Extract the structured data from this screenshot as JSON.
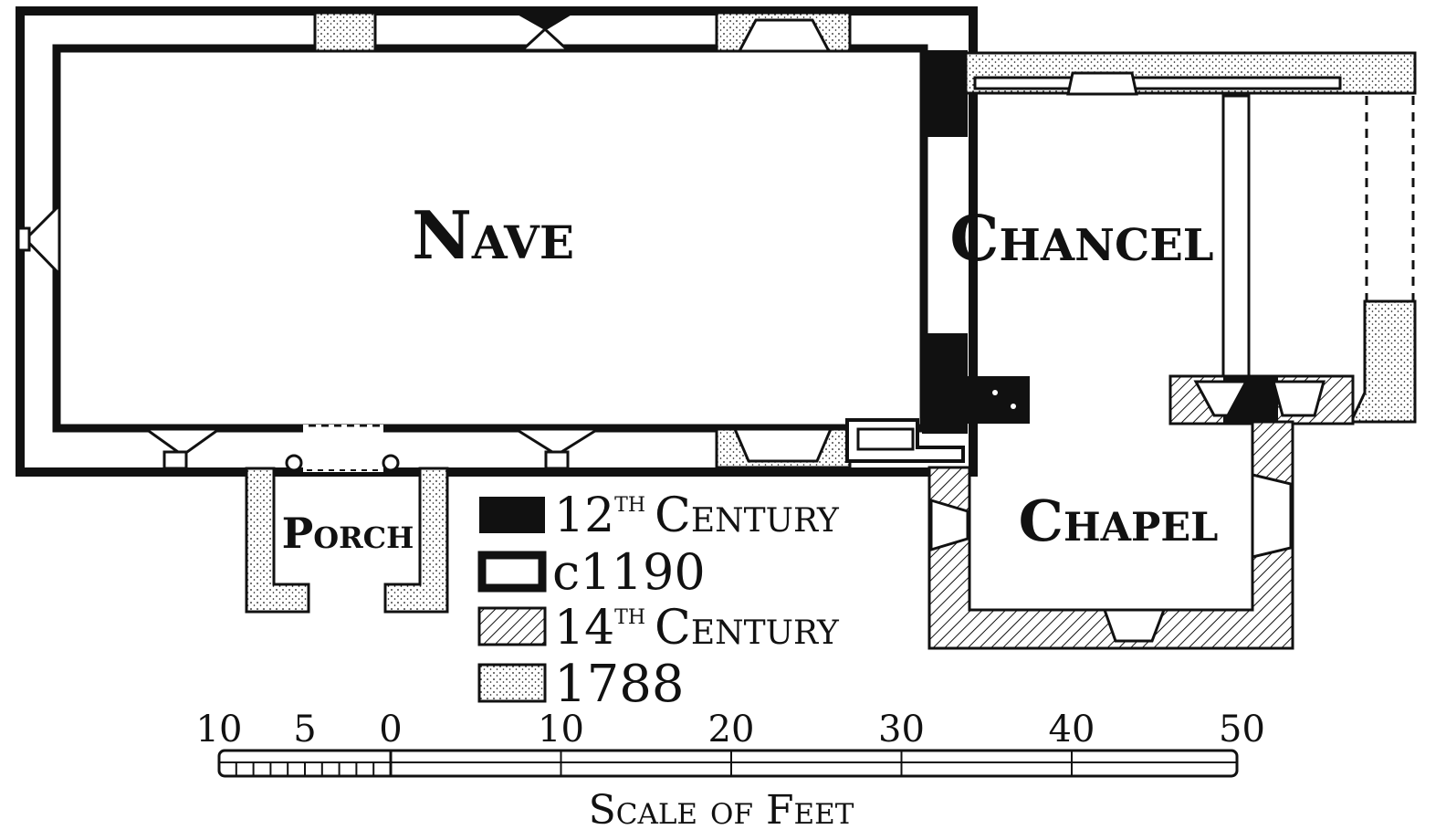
{
  "rooms": {
    "nave": "Nave",
    "chancel": "Chancel",
    "chapel": "Chapel",
    "porch": "Porch"
  },
  "legend": [
    {
      "key": "twelfth",
      "label_num": "12",
      "label_sup": "TH",
      "label_rest": "Century"
    },
    {
      "key": "c1190",
      "label_num": "",
      "label_sup": "",
      "label_rest": "c1190"
    },
    {
      "key": "fourteenth",
      "label_num": "14",
      "label_sup": "TH",
      "label_rest": "Century"
    },
    {
      "key": "y1788",
      "label_num": "",
      "label_sup": "",
      "label_rest": "1788"
    }
  ],
  "scale": {
    "ticks": [
      "10",
      "5",
      "0",
      "10",
      "20",
      "30",
      "40",
      "50"
    ],
    "title": "Scale of Feet"
  },
  "colors": {
    "ink": "#111111",
    "paper": "#ffffff"
  }
}
